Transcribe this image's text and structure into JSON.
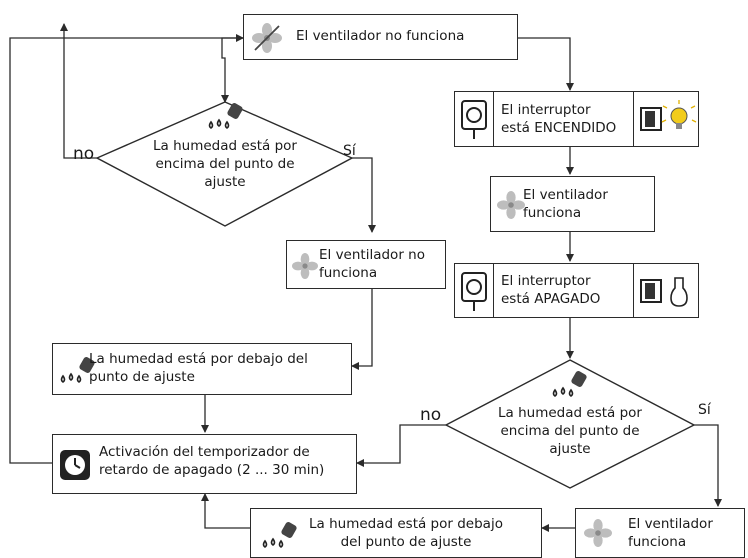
{
  "colors": {
    "line": "#2b2b2b",
    "fan_grey": "#bdbdbd",
    "bulb_yellow": "#f2cc1b"
  },
  "nodes": {
    "start": "El ventilador no funciona",
    "switch_on": [
      "El interruptor",
      "está ENCENDIDO"
    ],
    "fan_runs_1": [
      "El ventilador",
      "funciona"
    ],
    "switch_off": [
      "El interruptor",
      "está APAGADO"
    ],
    "decision_left": [
      "La humedad está por",
      "encima del punto de",
      "ajuste"
    ],
    "fan_off_2": [
      "El ventilador no",
      "funciona"
    ],
    "humidity_below_1": [
      "La humedad está por debajo del",
      "punto de ajuste"
    ],
    "timer": [
      "Activación del temporizador de",
      "retardo de apagado (2 ... 30 min)"
    ],
    "decision_right": [
      "La humedad está por",
      "encima del punto de",
      "ajuste"
    ],
    "humidity_below_2": [
      "La humedad está por debajo",
      "del punto de ajuste"
    ],
    "fan_runs_2": [
      "El ventilador",
      "funciona"
    ]
  },
  "branch_labels": {
    "no": "no",
    "yes": "Sí"
  },
  "icons": [
    "fan-icon",
    "switch-icon",
    "lamp-icon",
    "humidity-icon",
    "timer-icon"
  ]
}
